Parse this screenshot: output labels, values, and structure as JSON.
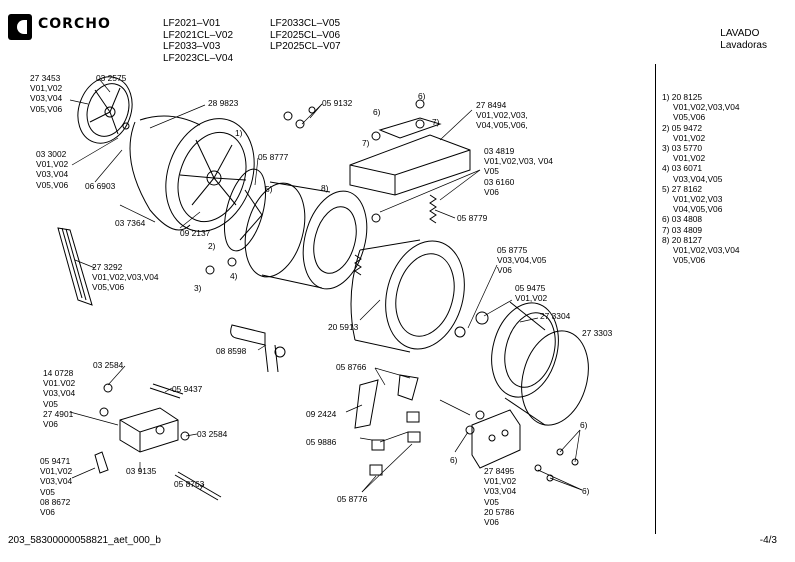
{
  "header": {
    "brand": "CORCHO",
    "models_col1": [
      "LF2021–V01",
      "LF2021CL–V02",
      "LF2033–V03",
      "LF2023CL–V04"
    ],
    "models_col2": [
      "LF2033CL–V05",
      "LF2025CL–V06",
      "LP2025CL–V07"
    ],
    "section_title": "LAVADO",
    "section_subtitle": "Lavadoras"
  },
  "parts": [
    {
      "id": "p273453",
      "lines": [
        "27 3453",
        "V01,V02",
        "V03,V04",
        "V05,V06"
      ]
    },
    {
      "id": "p032575",
      "lines": [
        "03 2575"
      ]
    },
    {
      "id": "p289823",
      "lines": [
        "28 9823"
      ]
    },
    {
      "id": "p033002",
      "lines": [
        "03 3002",
        "V01,V02",
        "V03,V04",
        "V05,V06"
      ]
    },
    {
      "id": "p066903",
      "lines": [
        "06 6903"
      ]
    },
    {
      "id": "p037364",
      "lines": [
        "03 7364"
      ]
    },
    {
      "id": "p092137",
      "lines": [
        "09 2137"
      ]
    },
    {
      "id": "p059132",
      "lines": [
        "05 9132"
      ]
    },
    {
      "id": "p058777",
      "lines": [
        "05 8777"
      ]
    },
    {
      "id": "p278494",
      "lines": [
        "27 8494",
        "V01,V02,V03,",
        "V04,V05,V06,"
      ]
    },
    {
      "id": "p034819",
      "lines": [
        "03 4819",
        "V01,V02,V03, V04",
        "V05",
        "03  6160",
        "V06"
      ]
    },
    {
      "id": "p058779",
      "lines": [
        "05 8779"
      ]
    },
    {
      "id": "p273292",
      "lines": [
        "27 3292",
        "V01,V02,V03,V04",
        "V05,V06"
      ]
    },
    {
      "id": "p058775",
      "lines": [
        "05 8775",
        "V03,V04,V05",
        "V06"
      ]
    },
    {
      "id": "p059475",
      "lines": [
        "05 9475",
        "V01,V02"
      ]
    },
    {
      "id": "p205913",
      "lines": [
        "20 5913"
      ]
    },
    {
      "id": "p273304",
      "lines": [
        "27 3304"
      ]
    },
    {
      "id": "p273303",
      "lines": [
        "27 3303"
      ]
    },
    {
      "id": "p088598",
      "lines": [
        "08 8598"
      ]
    },
    {
      "id": "p032584a",
      "lines": [
        "03 2584"
      ]
    },
    {
      "id": "p140728",
      "lines": [
        "14 0728",
        "V01.V02",
        "V03,V04",
        "V05",
        "27 4901",
        "V06"
      ]
    },
    {
      "id": "p059437",
      "lines": [
        "05 9437"
      ]
    },
    {
      "id": "p058766",
      "lines": [
        "05 8766"
      ]
    },
    {
      "id": "p092424",
      "lines": [
        "09 2424"
      ]
    },
    {
      "id": "p059886",
      "lines": [
        "05 9886"
      ]
    },
    {
      "id": "p032584b",
      "lines": [
        "03 2584"
      ]
    },
    {
      "id": "p059471",
      "lines": [
        "05 9471",
        "V01,V02",
        "V03,V04",
        "V05",
        "08 8672",
        "V06"
      ]
    },
    {
      "id": "p039135",
      "lines": [
        "03 9135"
      ]
    },
    {
      "id": "p058763",
      "lines": [
        "05 8763"
      ]
    },
    {
      "id": "p058776",
      "lines": [
        "05 8776"
      ]
    },
    {
      "id": "p278495",
      "lines": [
        "27 8495",
        "V01,V02",
        "V03,V04",
        "V05",
        "20 5786",
        "V06"
      ]
    }
  ],
  "callouts": [
    "1)",
    "2)",
    "3)",
    "4)",
    "5)",
    "6)",
    "6)",
    "6)",
    "6)",
    "7)",
    "7)",
    "8)",
    "6)",
    "6)"
  ],
  "legend": [
    {
      "key": "1)",
      "lines": [
        "20 8125",
        "V01,V02,V03,V04",
        "V05,V06"
      ]
    },
    {
      "key": "2)",
      "lines": [
        "05 9472",
        "V01,V02"
      ]
    },
    {
      "key": "3)",
      "lines": [
        "03 5770",
        "V01,V02"
      ]
    },
    {
      "key": "4)",
      "lines": [
        "03 6071",
        "V03,V04,V05"
      ]
    },
    {
      "key": "5)",
      "lines": [
        "27 8162",
        "V01,V02,V03",
        "V04,V05,V06"
      ]
    },
    {
      "key": "6)",
      "lines": [
        "03 4808"
      ]
    },
    {
      "key": "7)",
      "lines": [
        "03 4809"
      ]
    },
    {
      "key": "8)",
      "lines": [
        "20 8127",
        "V01,V02,V03,V04",
        "V05,V06"
      ]
    }
  ],
  "footer": {
    "doc_code": "203_58300000058821_aet_000_b",
    "page": "-4/3"
  }
}
